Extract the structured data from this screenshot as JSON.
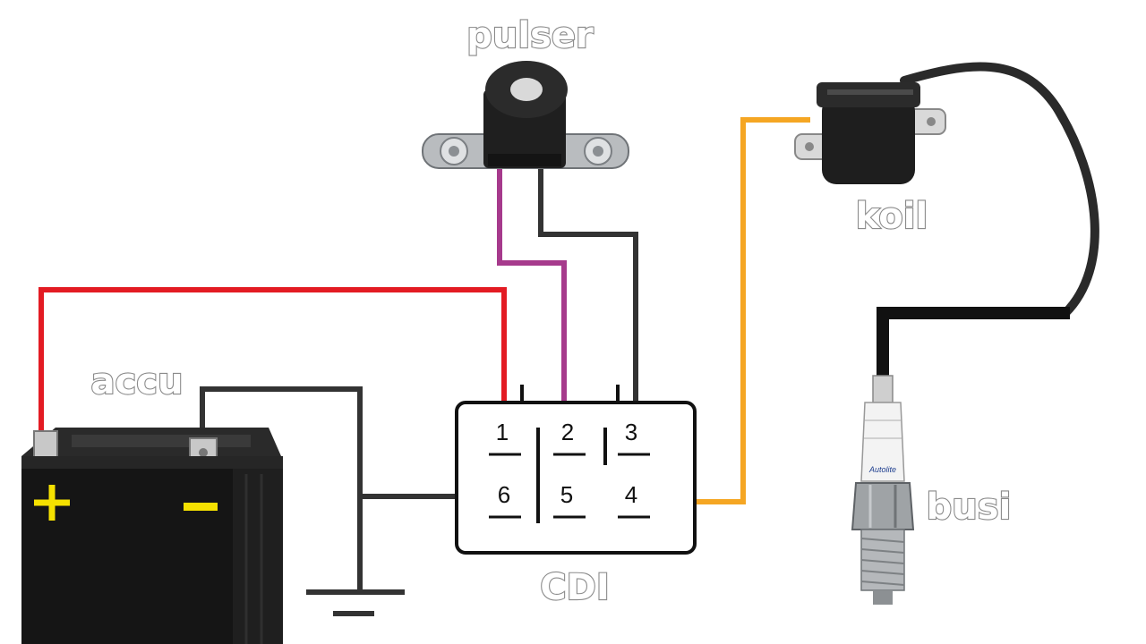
{
  "labels": {
    "pulser": "pulser",
    "koil": "koil",
    "accu": "accu",
    "cdi": "CDI",
    "busi": "busi"
  },
  "cdi_pins": [
    "1",
    "2",
    "3",
    "6",
    "5",
    "4"
  ],
  "spark_plug_brand": "Autolite",
  "colors": {
    "battery_positive_wire": "#e31b23",
    "pulser_wire_1": "#a63a8c",
    "pulser_wire_2": "#333333",
    "coil_wire": "#f5a623",
    "ground_wire": "#333333",
    "high_tension_lead": "#111111",
    "terminal_marker": "#f5e100"
  },
  "icons": {
    "pulser": "pickup-coil-icon",
    "coil": "ignition-coil-icon",
    "battery": "battery-icon",
    "spark_plug": "spark-plug-icon",
    "ground": "ground-symbol-icon"
  }
}
